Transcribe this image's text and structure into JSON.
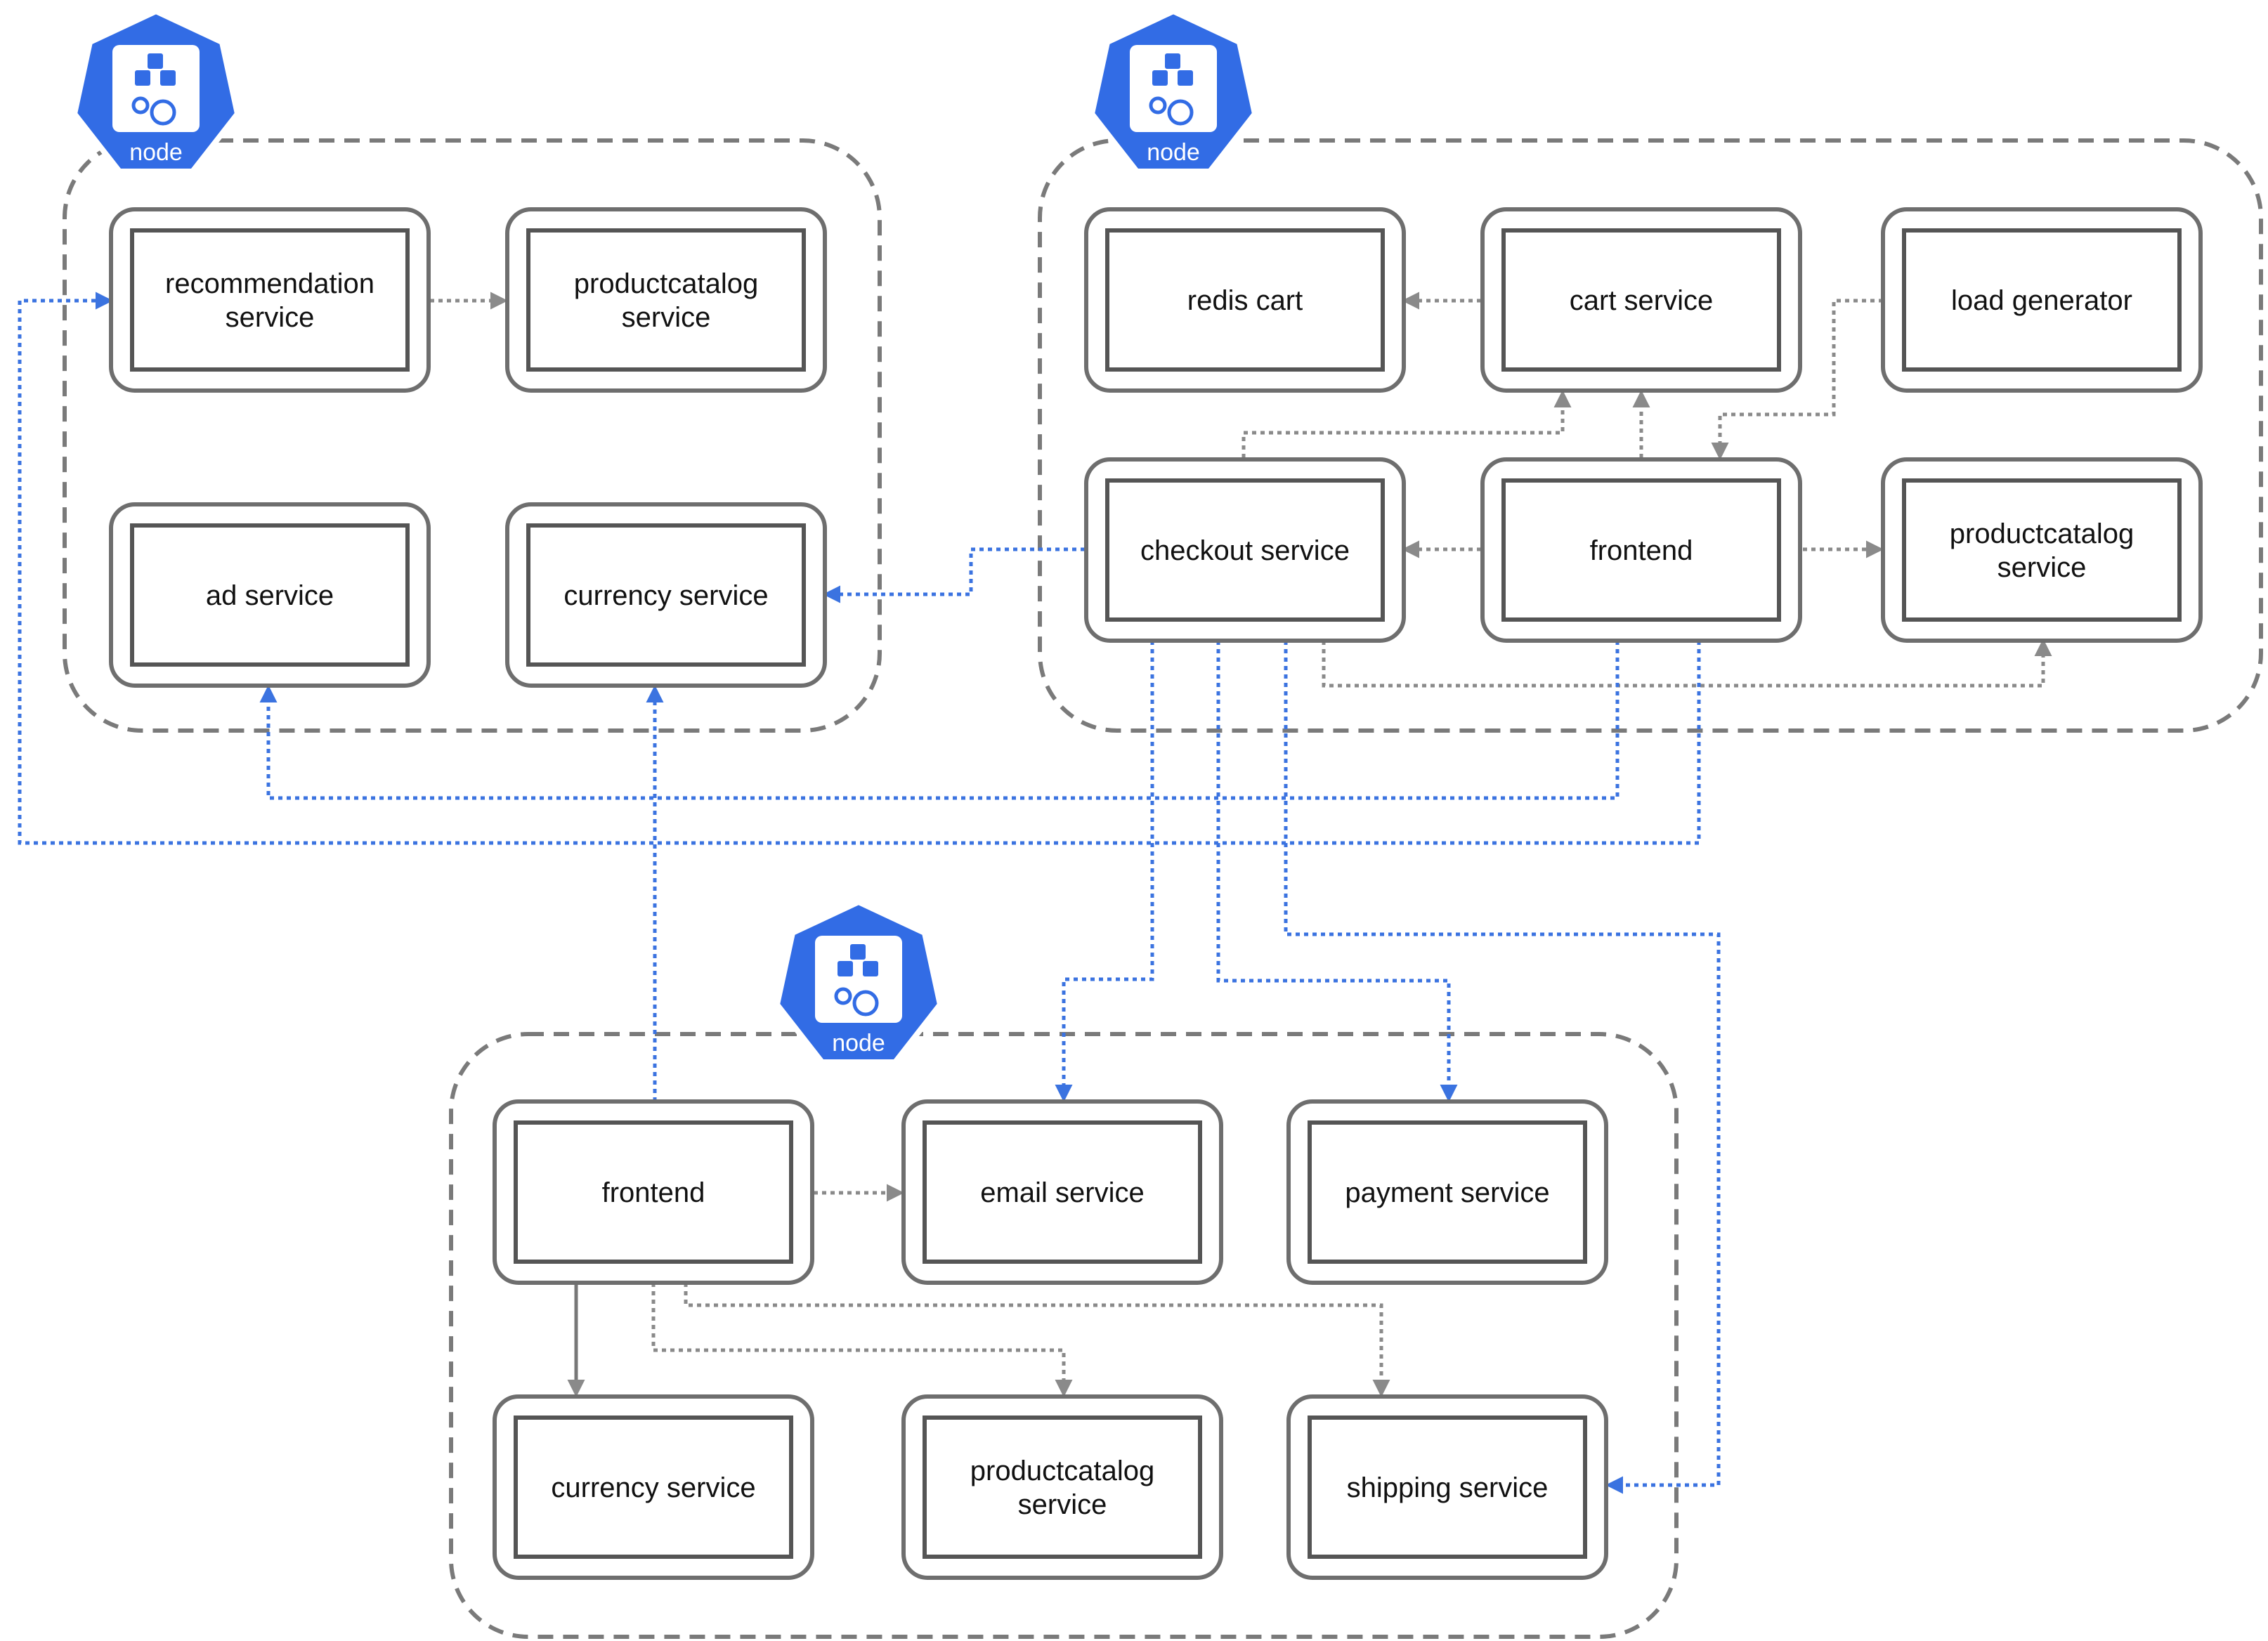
{
  "colors": {
    "blue": "#3b73e0",
    "gray": "#8a8a8a",
    "badge": "#326ce5"
  },
  "nodes": [
    {
      "label": "node",
      "icon": "kubernetes-node-icon",
      "services": [
        {
          "lines": [
            "recommendation",
            "service"
          ]
        },
        {
          "lines": [
            "productcatalog",
            "service"
          ]
        },
        {
          "lines": [
            "ad service"
          ]
        },
        {
          "lines": [
            "currency service"
          ]
        }
      ]
    },
    {
      "label": "node",
      "icon": "kubernetes-node-icon",
      "services": [
        {
          "lines": [
            "redis cart"
          ]
        },
        {
          "lines": [
            "cart service"
          ]
        },
        {
          "lines": [
            "load generator"
          ]
        },
        {
          "lines": [
            "checkout service"
          ]
        },
        {
          "lines": [
            "frontend"
          ]
        },
        {
          "lines": [
            "productcatalog",
            "service"
          ]
        }
      ]
    },
    {
      "label": "node",
      "icon": "kubernetes-node-icon",
      "services": [
        {
          "lines": [
            "frontend"
          ]
        },
        {
          "lines": [
            "email service"
          ]
        },
        {
          "lines": [
            "payment service"
          ]
        },
        {
          "lines": [
            "currency service"
          ]
        },
        {
          "lines": [
            "productcatalog",
            "service"
          ]
        },
        {
          "lines": [
            "shipping service"
          ]
        }
      ]
    }
  ]
}
